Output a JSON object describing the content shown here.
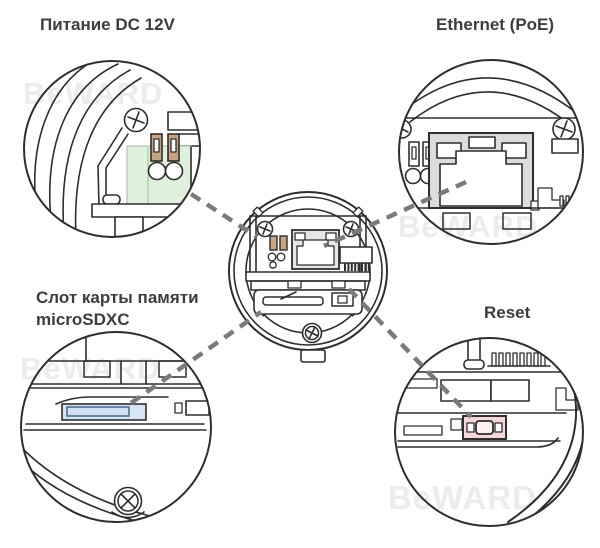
{
  "diagram": {
    "type": "device-callout-diagram",
    "device": "IP camera rear view with four magnified callouts",
    "watermark": "BeWARD",
    "labels": {
      "power": "Питание DC 12V",
      "ethernet": "Ethernet (PoE)",
      "sd_line1": "Слот карты памяти",
      "sd_line2": "microSDXC",
      "reset": "Reset"
    },
    "callouts": [
      {
        "id": "power",
        "label": "Питание DC 12V",
        "position": "top-left",
        "points_to": "power pin header on green connector board"
      },
      {
        "id": "ethernet",
        "label": "Ethernet (PoE)",
        "position": "top-right",
        "points_to": "RJ45 network jack"
      },
      {
        "id": "sd",
        "label": "Слот карты памяти microSDXC",
        "position": "bottom-left",
        "points_to": "microSD card slot"
      },
      {
        "id": "reset",
        "label": "Reset",
        "position": "bottom-right",
        "points_to": "reset button"
      }
    ],
    "colors": {
      "line": "#2e2e2e",
      "label_text": "#3d3d3d",
      "dashed_line": "#7a7a7a",
      "power_green": "#dff0dc",
      "power_green_border": "#a9caa3",
      "pin_tan": "#c9a57e",
      "ethernet_gray": "#dcdcdc",
      "rj45_center_gray": "#e6e6e6",
      "sd_blue": "#d7e6f4",
      "sd_card_fill": "#cfe0f0",
      "sd_card_stroke": "#4f6f8f",
      "reset_pink": "#f7d7d7",
      "reset_inner": "#fdf1f1",
      "watermark_gray": "#ececec"
    }
  }
}
